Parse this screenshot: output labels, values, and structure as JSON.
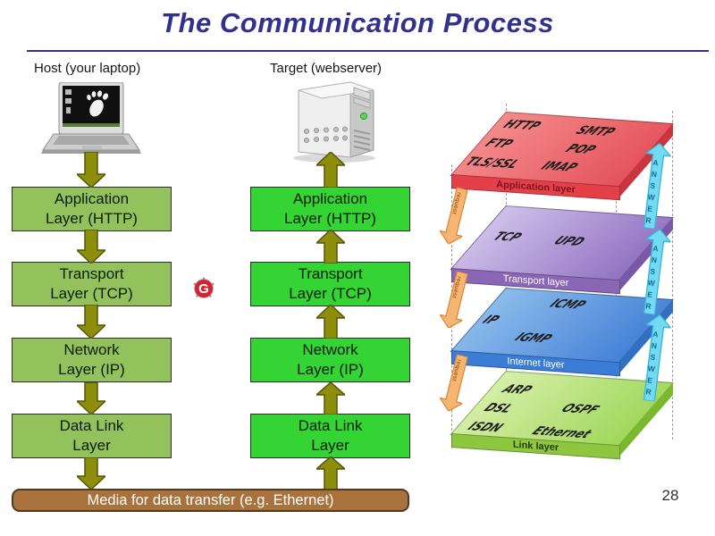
{
  "slide": {
    "title": "The Communication Process",
    "page_number": "28"
  },
  "host": {
    "label": "Host (your laptop)",
    "boxes": [
      {
        "line1": "Application",
        "line2": "Layer (HTTP)"
      },
      {
        "line1": "Transport",
        "line2": "Layer (TCP)"
      },
      {
        "line1": "Network",
        "line2": "Layer (IP)"
      },
      {
        "line1": "Data Link",
        "line2": "Layer"
      }
    ]
  },
  "target": {
    "label": "Target (webserver)",
    "boxes": [
      {
        "line1": "Application",
        "line2": "Layer (HTTP)"
      },
      {
        "line1": "Transport",
        "line2": "Layer (TCP)"
      },
      {
        "line1": "Network",
        "line2": "Layer (IP)"
      },
      {
        "line1": "Data Link",
        "line2": "Layer"
      }
    ]
  },
  "media_bar": {
    "label": "Media for data transfer (e.g. Ethernet)"
  },
  "g_badge": {
    "letter": "G"
  },
  "diagram": {
    "request_label": "request",
    "answer_label": "ANSWER",
    "layers": [
      {
        "label": "Application layer",
        "protocols": [
          "HTTP",
          "FTP",
          "TLS/SSL",
          "SMTP",
          "POP",
          "IMAP"
        ]
      },
      {
        "label": "Transport layer",
        "protocols": [
          "TCP",
          "UPD"
        ]
      },
      {
        "label": "Internet layer",
        "protocols": [
          "IP",
          "ICMP",
          "IGMP"
        ]
      },
      {
        "label": "Link layer",
        "protocols": [
          "ARP",
          "DSL",
          "ISDN",
          "OSPF",
          "Ethernet"
        ]
      }
    ]
  },
  "colors": {
    "title": "#32328e",
    "host_box": "#93c25c",
    "target_box": "#33d433",
    "stack_arrow": "#8d8e0b",
    "media_bar": "#a9713c",
    "layer_application": "#e4404a",
    "layer_transport": "#8a67b5",
    "layer_internet": "#3b7cd4",
    "layer_link": "#8dc63f",
    "request_arrow": "#f6b571",
    "answer_arrow": "#74daf2"
  }
}
